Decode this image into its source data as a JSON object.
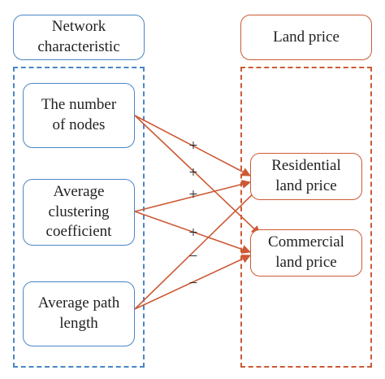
{
  "headers": {
    "network": "Network\ncharacteristic",
    "land_price": "Land price"
  },
  "left_nodes": {
    "nodes": "The number\nof nodes",
    "clustering": "Average\nclustering\ncoefficient",
    "path": "Average path\nlength"
  },
  "right_nodes": {
    "residential": "Residential\nland price",
    "commercial": "Commercial\nland price"
  },
  "signs": [
    "+",
    "+",
    "+",
    "+",
    "−",
    "−"
  ],
  "colors": {
    "blue": "#4a86c5",
    "red": "#cc5a35"
  }
}
